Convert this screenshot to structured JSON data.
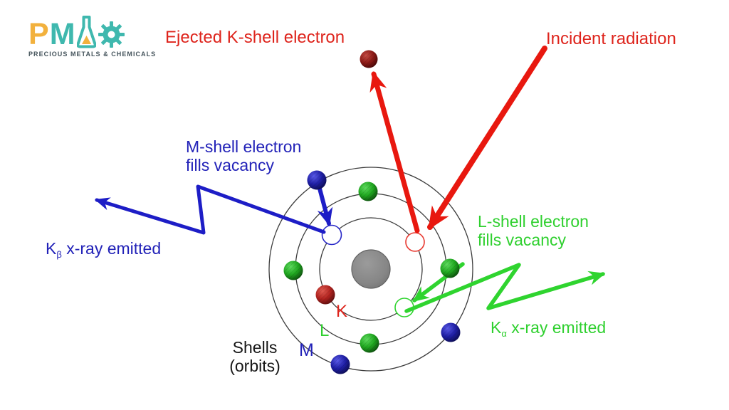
{
  "logo": {
    "letter_p": "P",
    "letter_m": "M",
    "tagline": "PRECIOUS METALS & CHEMICALS",
    "colors": {
      "yellow": "#F2B13D",
      "teal": "#3FB8AE",
      "tagline_gray": "#44535B"
    }
  },
  "diagram": {
    "labels": {
      "ejected": "Ejected K-shell electron",
      "incident": "Incident radiation",
      "m_fill_line1": "M-shell electron",
      "m_fill_line2": "fills vacancy",
      "l_fill_line1": "L-shell electron",
      "l_fill_line2": "fills vacancy",
      "k_beta_k": "K",
      "k_beta_sub": "β",
      "k_beta_rest": " x-ray emitted",
      "k_alpha_k": "K",
      "k_alpha_sub": "α",
      "k_alpha_rest": " x-ray emitted",
      "shells_line1": "Shells",
      "shells_line2": "(orbits)",
      "shell_k": "K",
      "shell_l": "L",
      "shell_m": "M"
    },
    "colors": {
      "red": "#E8180F",
      "blue": "#1D1DC6",
      "green": "#2FD42F",
      "text_red": "#DE241C",
      "text_blue": "#2222B8",
      "text_green": "#2FD02F",
      "shell_stroke": "#3C3C3C",
      "nucleus_gray": "#8A8A8A"
    }
  }
}
